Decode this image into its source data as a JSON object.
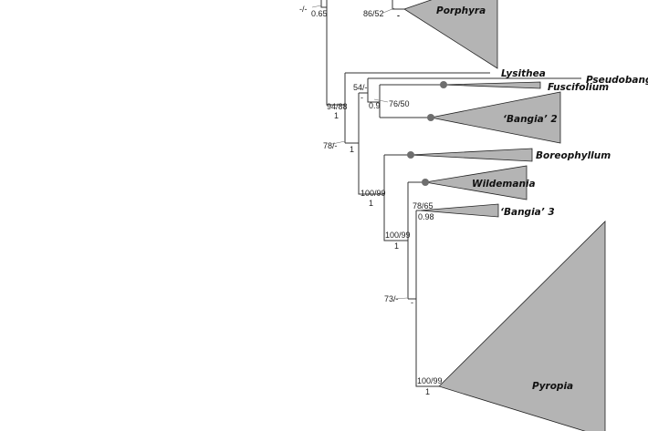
{
  "diagram": {
    "type": "phylogenetic-tree",
    "colors": {
      "clade_fill": "#b4b4b4",
      "node_dot": "#6e6e6e",
      "branch": "#333333"
    },
    "taxa": {
      "porphyra": "Porphyra",
      "lysithea": "Lysithea",
      "pseudobangia": "Pseudobangia",
      "fuscifolium": "Fuscifolium",
      "bangia2": "‘Bangia’ 2",
      "boreophyllum": "Boreophyllum",
      "wildemania": "Wildemania",
      "bangia3": "‘Bangia’ 3",
      "pyropia": "Pyropia"
    },
    "support": {
      "n1_ml": "-/-",
      "n1_pp": "0.65",
      "n2_ml": "86/52",
      "n2_pp": "-",
      "n3_ml": "94/88",
      "n3_pp": "1",
      "n4_ml": "78/-",
      "n4_pp": "1",
      "n5_ml": "54/-",
      "n5_pp": "-",
      "n6_ml": "76/50",
      "n6_pp": "0.9",
      "n7_ml": "100/99",
      "n7_pp": "1",
      "n8_ml": "78/65",
      "n8_pp": "0.98",
      "n9_ml": "100/99",
      "n9_pp": "1",
      "n10_ml": "73/-",
      "n10_pp": "-",
      "n11_ml": "100/99",
      "n11_pp": "1"
    }
  }
}
